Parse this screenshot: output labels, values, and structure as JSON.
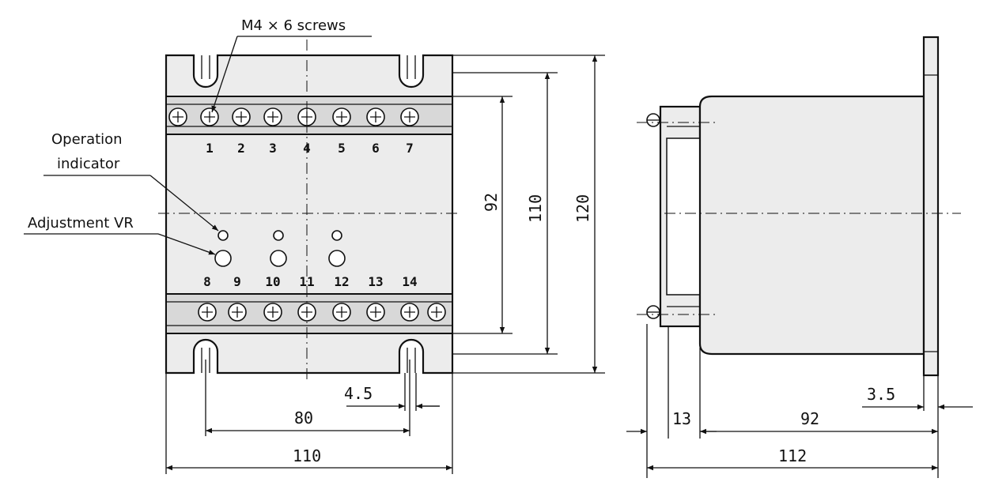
{
  "colors": {
    "body_fill": "#ececec",
    "terminal_fill": "#d8d8d8",
    "ink": "#111111"
  },
  "callouts": {
    "screws": "M4 × 6 screws",
    "operation_indicator_line1": "Operation",
    "operation_indicator_line2": "indicator",
    "adjustment_vr": "Adjustment VR"
  },
  "terminals": {
    "top": [
      "1",
      "2",
      "3",
      "4",
      "5",
      "6",
      "7"
    ],
    "bottom": [
      "8",
      "9",
      "10",
      "11",
      "12",
      "13",
      "14"
    ]
  },
  "front_dimensions": {
    "height_inner": "92",
    "height_mid": "110",
    "height_total": "120",
    "hole_width": "4.5",
    "hole_pitch": "80",
    "width_total": "110"
  },
  "side_dimensions": {
    "flange": "3.5",
    "front_depth": "13",
    "body_depth": "92",
    "total_depth": "112"
  }
}
